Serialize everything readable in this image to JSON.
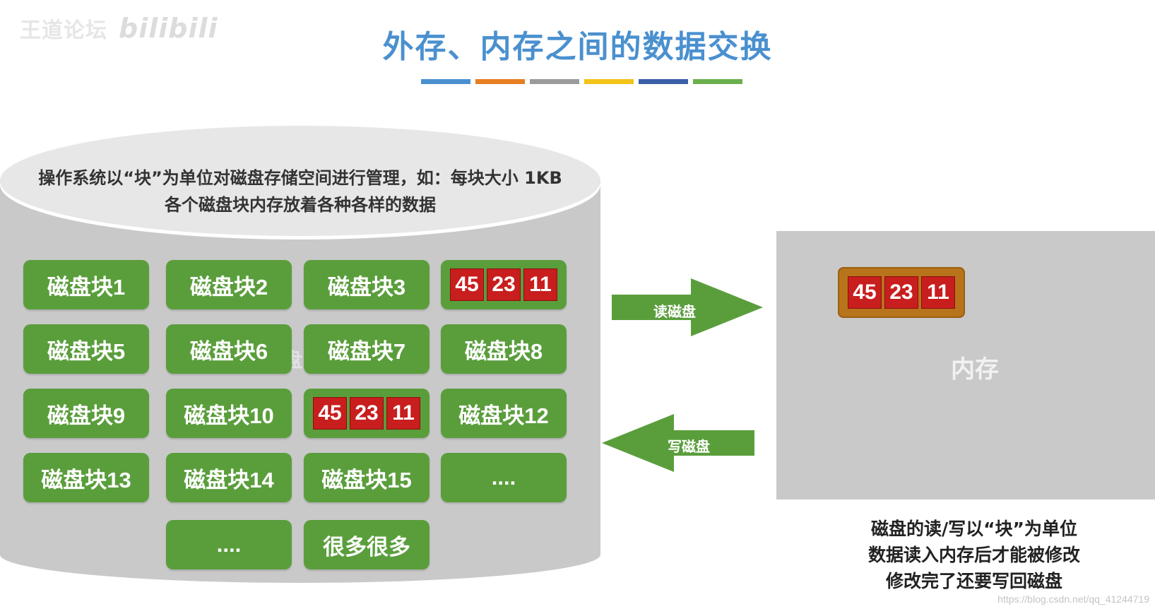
{
  "watermark": {
    "left_text": "王道论坛",
    "bili_text": "bilibili"
  },
  "title": "外存、内存之间的数据交换",
  "title_bar_colors": [
    "#4a90cf",
    "#e67e22",
    "#9b9b9b",
    "#f2c318",
    "#3a5fa8",
    "#6ab04c"
  ],
  "disk": {
    "top_text_line1": "操作系统以“块”为单位对磁盘存储空间进行管理，如：每块大小 1KB",
    "top_text_line2": "各个磁盘块内存放着各种各样的数据",
    "hidden_label": "磁盘",
    "blocks": [
      "磁盘块1",
      "磁盘块2",
      "磁盘块3",
      "",
      "磁盘块5",
      "磁盘块6",
      "磁盘块7",
      "磁盘块8",
      "磁盘块9",
      "磁盘块10",
      "",
      "磁盘块12",
      "磁盘块13",
      "磁盘块14",
      "磁盘块15",
      "....",
      "....",
      "很多很多"
    ],
    "data_cells": [
      "45",
      "23",
      "11"
    ]
  },
  "arrows": {
    "read_label": "读磁盘",
    "write_label": "写磁盘"
  },
  "memory": {
    "label": "内存",
    "cells": [
      "45",
      "23",
      "11"
    ]
  },
  "notes": [
    "磁盘的读/写以“块”为单位",
    "数据读入内存后才能被修改",
    "修改完了还要写回磁盘"
  ],
  "url_watermark": "https://blog.csdn.net/qq_41244719",
  "colors": {
    "title": "#4a90cf",
    "block": "#5a9e3c",
    "cell": "#c81e1e",
    "arrow": "#5a9e3c",
    "memory_bg": "#c9c9c9",
    "record": "#b8741a"
  }
}
